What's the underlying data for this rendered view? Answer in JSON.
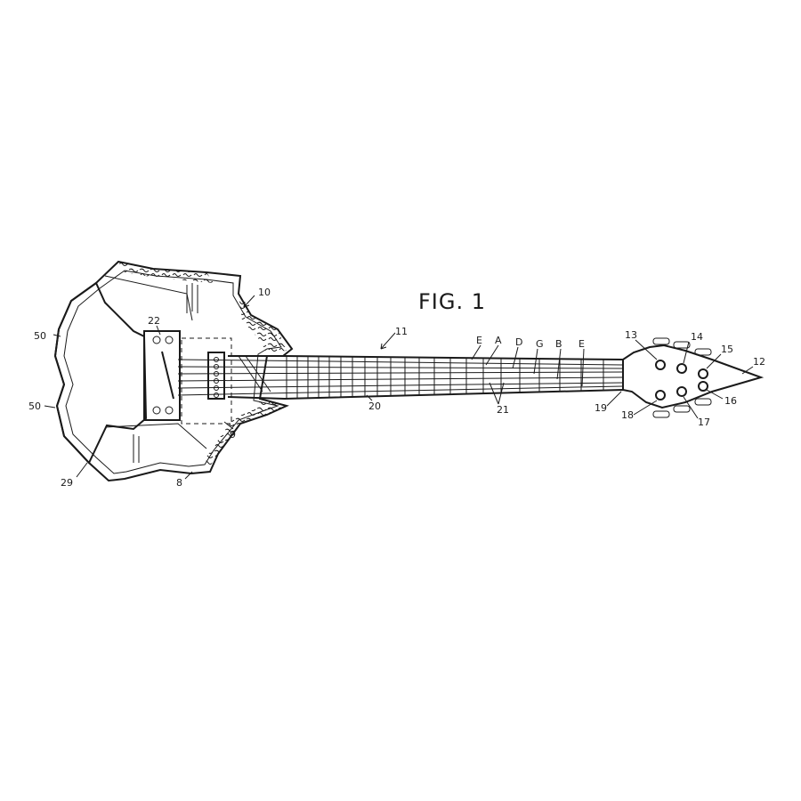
{
  "figure": {
    "title": "FIG. 1",
    "labels": {
      "device": "10",
      "neck": "11",
      "tip": "12",
      "peg_13": "13",
      "peg_14": "14",
      "peg_15": "15",
      "peg_16": "16",
      "peg_17": "17",
      "peg_18": "18",
      "nut": "19",
      "fretboard": "20",
      "frets": "21",
      "bridge": "22",
      "edge": "29",
      "texture_upper": "50",
      "texture_lower": "50",
      "cavity": "8",
      "body_edge": "9"
    },
    "strings": [
      "E",
      "A",
      "D",
      "G",
      "B",
      "E"
    ]
  }
}
